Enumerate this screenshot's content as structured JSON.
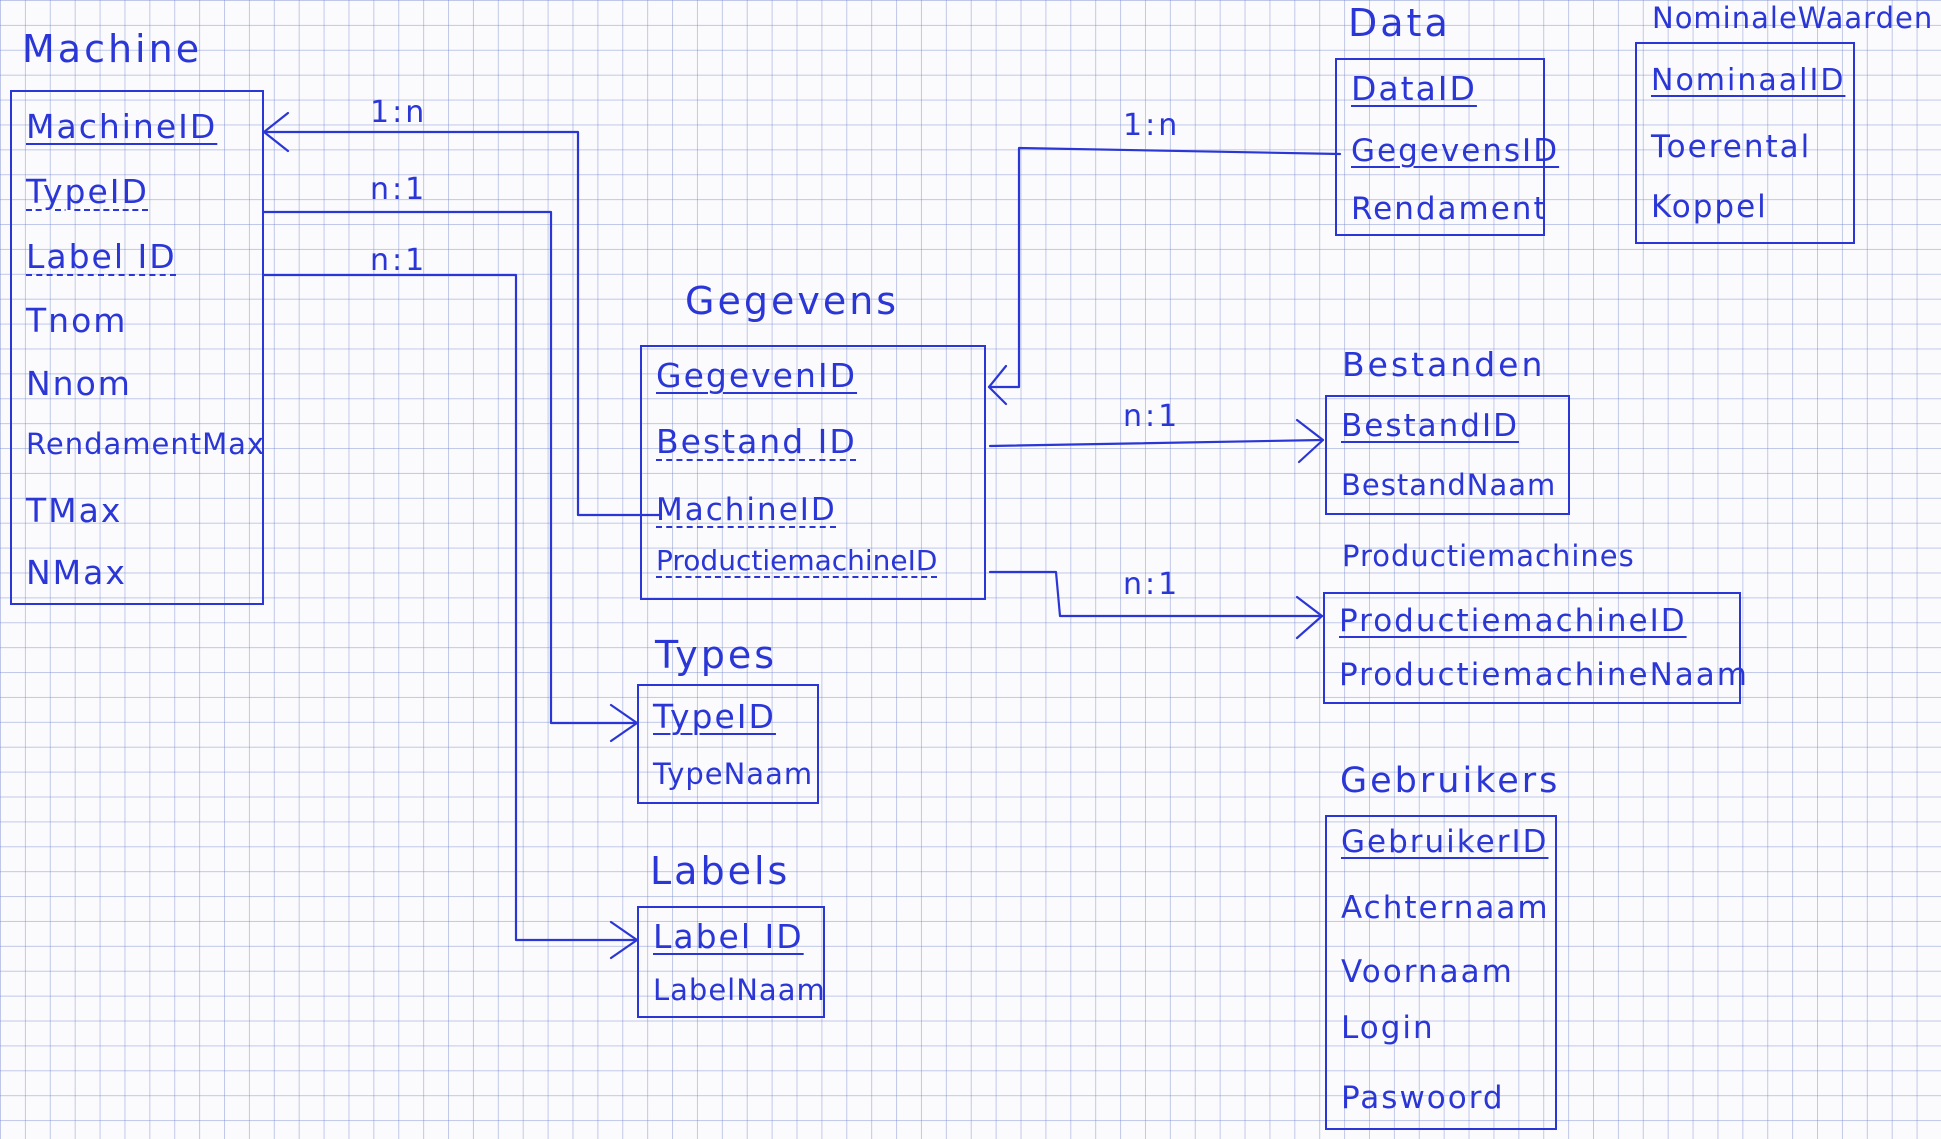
{
  "diagram": {
    "entities": [
      {
        "key": "machine",
        "title": "Machine",
        "attributes": [
          {
            "name": "MachineID",
            "kind": "pk"
          },
          {
            "name": "TypeID",
            "kind": "fk"
          },
          {
            "name": "Label ID",
            "kind": "fk"
          },
          {
            "name": "Tnom",
            "kind": ""
          },
          {
            "name": "Nnom",
            "kind": ""
          },
          {
            "name": "RendamentMax",
            "kind": ""
          },
          {
            "name": "TMax",
            "kind": ""
          },
          {
            "name": "NMax",
            "kind": ""
          }
        ]
      },
      {
        "key": "gegevens",
        "title": "Gegevens",
        "attributes": [
          {
            "name": "GegevenID",
            "kind": "pk"
          },
          {
            "name": "Bestand ID",
            "kind": "fk"
          },
          {
            "name": "MachineID",
            "kind": "fk"
          },
          {
            "name": "ProductiemachineID",
            "kind": "fk"
          }
        ]
      },
      {
        "key": "types",
        "title": "Types",
        "attributes": [
          {
            "name": "TypeID",
            "kind": "pk"
          },
          {
            "name": "TypeNaam",
            "kind": ""
          }
        ]
      },
      {
        "key": "labels",
        "title": "Labels",
        "attributes": [
          {
            "name": "Label ID",
            "kind": "pk"
          },
          {
            "name": "LabelNaam",
            "kind": ""
          }
        ]
      },
      {
        "key": "data",
        "title": "Data",
        "attributes": [
          {
            "name": "DataID",
            "kind": "pk"
          },
          {
            "name": "GegevensID",
            "kind": "pk"
          },
          {
            "name": "Rendament",
            "kind": ""
          }
        ]
      },
      {
        "key": "nominalewaarden",
        "title": "NominaleWaarden",
        "attributes": [
          {
            "name": "NominaalID",
            "kind": "pk"
          },
          {
            "name": "Toerental",
            "kind": ""
          },
          {
            "name": "Koppel",
            "kind": ""
          }
        ]
      },
      {
        "key": "bestanden",
        "title": "Bestanden",
        "attributes": [
          {
            "name": "BestandID",
            "kind": "pk"
          },
          {
            "name": "BestandNaam",
            "kind": ""
          }
        ]
      },
      {
        "key": "productiemachines",
        "title": "Productiemachines",
        "attributes": [
          {
            "name": "ProductiemachineID",
            "kind": "pk"
          },
          {
            "name": "ProductiemachineNaam",
            "kind": ""
          }
        ]
      },
      {
        "key": "gebruikers",
        "title": "Gebruikers",
        "attributes": [
          {
            "name": "GebruikerID",
            "kind": "pk"
          },
          {
            "name": "Achternaam",
            "kind": ""
          },
          {
            "name": "Voornaam",
            "kind": ""
          },
          {
            "name": "Login",
            "kind": ""
          },
          {
            "name": "Paswoord",
            "kind": ""
          }
        ]
      }
    ],
    "relationships": [
      {
        "key": "gegevens-machine",
        "from": "gegevens.MachineID",
        "to": "machine.MachineID",
        "cardinality": "1:n"
      },
      {
        "key": "machine-types",
        "from": "machine.TypeID",
        "to": "types.TypeID",
        "cardinality": "n:1"
      },
      {
        "key": "machine-labels",
        "from": "machine.Label ID",
        "to": "labels.Label ID",
        "cardinality": "n:1"
      },
      {
        "key": "data-gegevens",
        "from": "data.GegevensID",
        "to": "gegevens.GegevenID",
        "cardinality": "1:n"
      },
      {
        "key": "gegevens-bestanden",
        "from": "gegevens.Bestand ID",
        "to": "bestanden.BestandID",
        "cardinality": "n:1"
      },
      {
        "key": "gegevens-productiemachines",
        "from": "gegevens.ProductiemachineID",
        "to": "productiemachines.ProductiemachineID",
        "cardinality": "n:1"
      }
    ]
  }
}
